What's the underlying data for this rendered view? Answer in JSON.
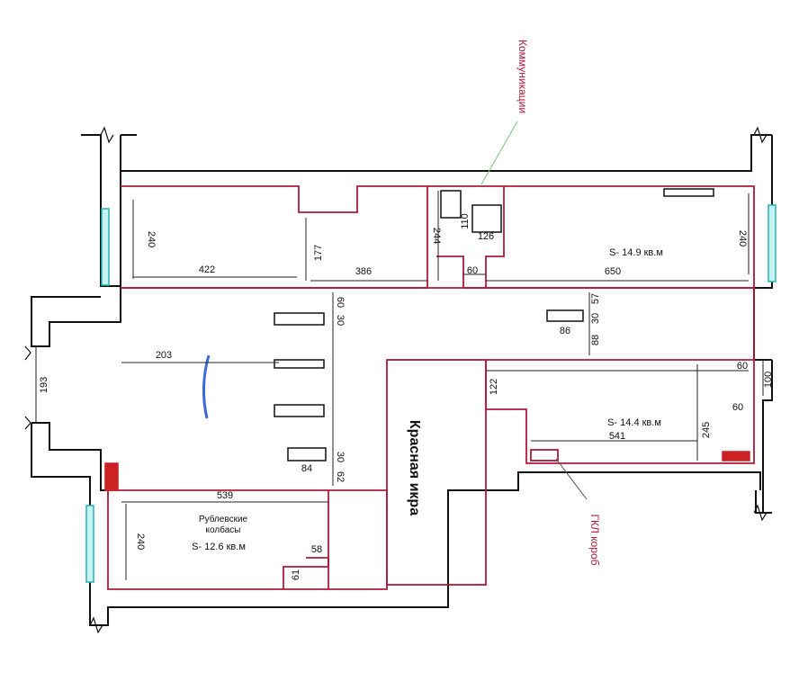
{
  "labels": {
    "communications": "Коммуникации",
    "red_caviar": "Красная икра",
    "rublevskie": "Рублевские",
    "kolbasy": "колбасы",
    "gkl_box": "ГКЛ короб"
  },
  "areas": {
    "room_right_top": "S- 14.9 кв.м",
    "room_right_mid": "S- 14.4 кв.м",
    "room_left_bottom": "S- 12.6 кв.м"
  },
  "dimensions": {
    "d240_a": "240",
    "d422": "422",
    "d177": "177",
    "d386": "386",
    "d244": "244",
    "d110": "110",
    "d126": "126",
    "d60_a": "60",
    "d650": "650",
    "d240_b": "240",
    "d60_b": "60",
    "d30_a": "30",
    "d57": "57",
    "d30_b": "30",
    "d88": "88",
    "d86": "86",
    "d203": "203",
    "d193": "193",
    "d122": "122",
    "d60_c": "60",
    "d100": "100",
    "d60_d": "60",
    "d541": "541",
    "d245": "245",
    "d84": "84",
    "d30_c": "30",
    "d62": "62",
    "d539": "539",
    "d240_c": "240",
    "d58": "58",
    "d61": "61"
  }
}
